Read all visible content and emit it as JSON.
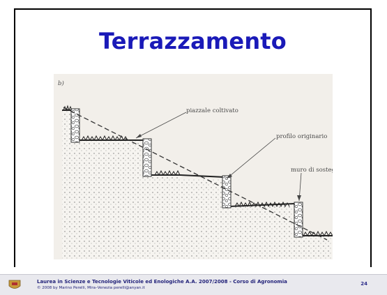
{
  "slide": {
    "title": "Terrazzamento",
    "page_number": "24"
  },
  "figure": {
    "panel_letter": "b)",
    "labels": {
      "piazzale": "piazzale coltivato",
      "profilo": "profilo originario",
      "muro": "muro di sostegno"
    }
  },
  "footer": {
    "course": "Laurea in Scienze e Tecnologie Viticole ed Enologiche A.A. 2007/2008 - Corso di Agronomia",
    "copyright": "© 2008 by Marino Perelli, Mira–Venezia perelli@anyan.it"
  }
}
